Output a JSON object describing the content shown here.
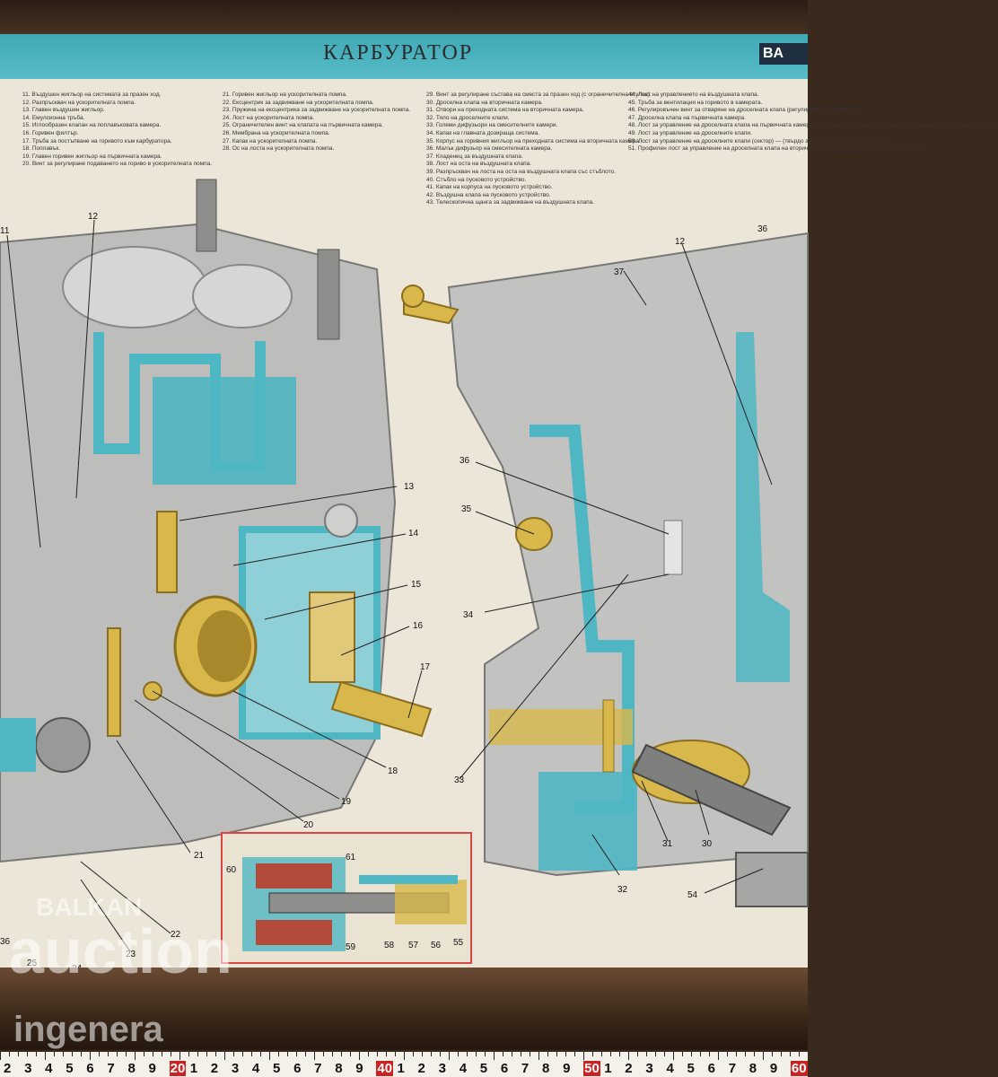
{
  "poster": {
    "title": "КАРБУРАТОР",
    "brand": "BA",
    "legend_columns": [
      [
        "11. Въздушен жигльор на системата за празен ход.",
        "12. Разпръсквач на ускорителната помпа.",
        "13. Главен въздушен жигльор.",
        "14. Емулсионна тръба.",
        "15. Иглообразен клапан на поплавъковата камера.",
        "16. Горивен филтър.",
        "17. Тръба за постъпване на горивото към карбуратора.",
        "18. Поплавък.",
        "19. Главен горивен жигльор на първичната камера.",
        "20. Винт за регулиране подаването на гориво в ускорителната помпа."
      ],
      [
        "21. Горивен жигльор на ускорителната помпа.",
        "22. Ексцентрик за задвижване на ускорителната помпа.",
        "23. Пружина на ексцентрика за задвижване на ускорителната помпа.",
        "24. Лост на ускорителната помпа.",
        "25. Ограничителен винт на клапата на първичната камера.",
        "26. Мембрана на ускорителната помпа.",
        "27. Капак на ускорителната помпа.",
        "28. Ос на лоста на ускорителната помпа."
      ],
      [
        "29. Винт за регулиране състава на сместа за празен ход (с ограничителна втулка).",
        "30. Дроселна клапа на вторичната камера.",
        "31. Отвори на преходната система на вторичната камера.",
        "32. Тяло на дроселните клапи.",
        "33. Големи дифузьори на смесителните камери.",
        "34. Капак на главната дозираща система.",
        "35. Корпус на горивния жигльор на преходната система на вторичната камера.",
        "36. Малък дифузьор на смесителната камера.",
        "37. Кладенец за въздушната клапа.",
        "38. Лост на оста на въздушната клапа.",
        "39. Разпръсквач на лоста на оста на въздушната клапа със стъблото.",
        "40. Стъбло на пусковото устройство.",
        "41. Капак на корпуса на пусковото устройство.",
        "42. Въздушна клапа на пусковото устройство.",
        "43. Телескопична щанга за задвижване на въздушната клапа."
      ],
      [
        "44. Лост на управлението на въздушната клапа.",
        "45. Тръба за вентилация на горивото в камерата.",
        "46. Регулировъчен винт за отваряне на дроселната клапа (регулиране на празен ход).",
        "47. Дроселна клапа на първичната камера.",
        "48. Лост за управление на дроселната клапа на първичната камера на пусковото устройство (може да се превърта на оста на клапата).",
        "49. Лост за управление на дроселните клапи.",
        "50. Лост за управление на дроселните клапи (сектор) — (твърдо закрепен на оста на клапата).",
        "51. Профилен лост за управление на дроселната клапа на вторичната камера (може да се превърта на оста)."
      ]
    ],
    "callouts": [
      "11",
      "12",
      "13",
      "14",
      "15",
      "16",
      "17",
      "18",
      "19",
      "20",
      "21",
      "22",
      "23",
      "24",
      "25",
      "30",
      "31",
      "32",
      "33",
      "34",
      "35",
      "36",
      "36",
      "37",
      "54",
      "55",
      "56",
      "57",
      "58",
      "59",
      "60",
      "61",
      "12",
      "36"
    ]
  },
  "ruler": {
    "numbers": [
      "2",
      "3",
      "4",
      "5",
      "6",
      "7",
      "8",
      "9",
      "20",
      "1",
      "2",
      "3",
      "4",
      "5",
      "6",
      "7",
      "8",
      "9",
      "40",
      "1",
      "2",
      "3",
      "4",
      "5",
      "6",
      "7",
      "8",
      "9",
      "50",
      "1",
      "2",
      "3",
      "4",
      "5",
      "6",
      "7",
      "8",
      "9",
      "60"
    ]
  },
  "watermarks": [
    "BALKAN",
    "auction",
    "ingenera"
  ],
  "colors": {
    "accent_cyan": "#4fb6c3",
    "brass": "#d8b84a",
    "metal_gray": "#b9b9b7",
    "frame_wood": "#3a2819",
    "ruler_red": "#c22222"
  }
}
